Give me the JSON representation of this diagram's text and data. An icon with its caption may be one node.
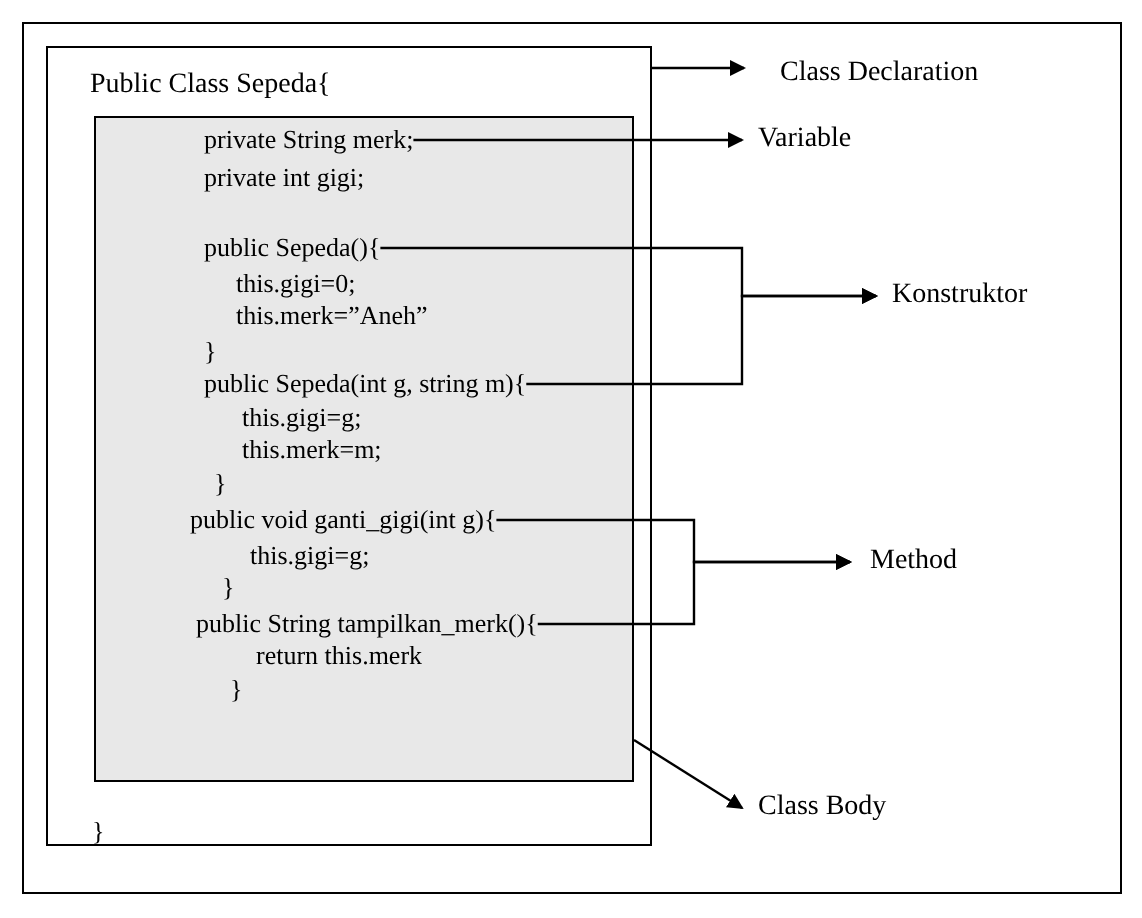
{
  "diagram": {
    "nodes": [
      {
        "text": [
          "Public Class Sepeda{",
          "}"
        ]
      },
      {
        "text": [],
        "shape": "box",
        "in": 0
      },
      {
        "text": [
          "private String merk;"
        ],
        "in": 1
      },
      {
        "text": [
          "public Sepeda(){"
        ],
        "in": 1
      },
      {
        "text": [
          "public Sepeda(int g, string m){"
        ],
        "in": 1
      },
      {
        "text": [
          "public void ganti_gigi(int g){"
        ],
        "in": 1
      },
      {
        "text": [
          "public String tampilkan_merk(){"
        ],
        "in": 1
      },
      {
        "text": [
          "Class Declaration"
        ]
      },
      {
        "text": [
          "Variable"
        ]
      },
      {
        "text": [
          "Konstruktor"
        ]
      },
      {
        "text": [
          "Method"
        ]
      },
      {
        "text": [
          "Class Body"
        ]
      }
    ],
    "edges": [
      {
        "from": 0,
        "to": 7,
        "arrow": "to"
      },
      {
        "from": 2,
        "to": 8,
        "arrow": "to"
      },
      {
        "from": 3,
        "to": 9,
        "arrow": "to"
      },
      {
        "from": 4,
        "to": 9,
        "arrow": "to"
      },
      {
        "from": 5,
        "to": 10,
        "arrow": "to"
      },
      {
        "from": 6,
        "to": 10,
        "arrow": "to"
      },
      {
        "from": 1,
        "to": 11,
        "arrow": "to"
      }
    ],
    "labels": [
      "private int gigi;",
      "this.gigi=0;",
      "this.merk=”Aneh”",
      "}",
      "this.gigi=g;",
      "this.merk=m;",
      "}",
      "this.gigi=g;",
      "}",
      "return this.merk",
      "}"
    ]
  }
}
